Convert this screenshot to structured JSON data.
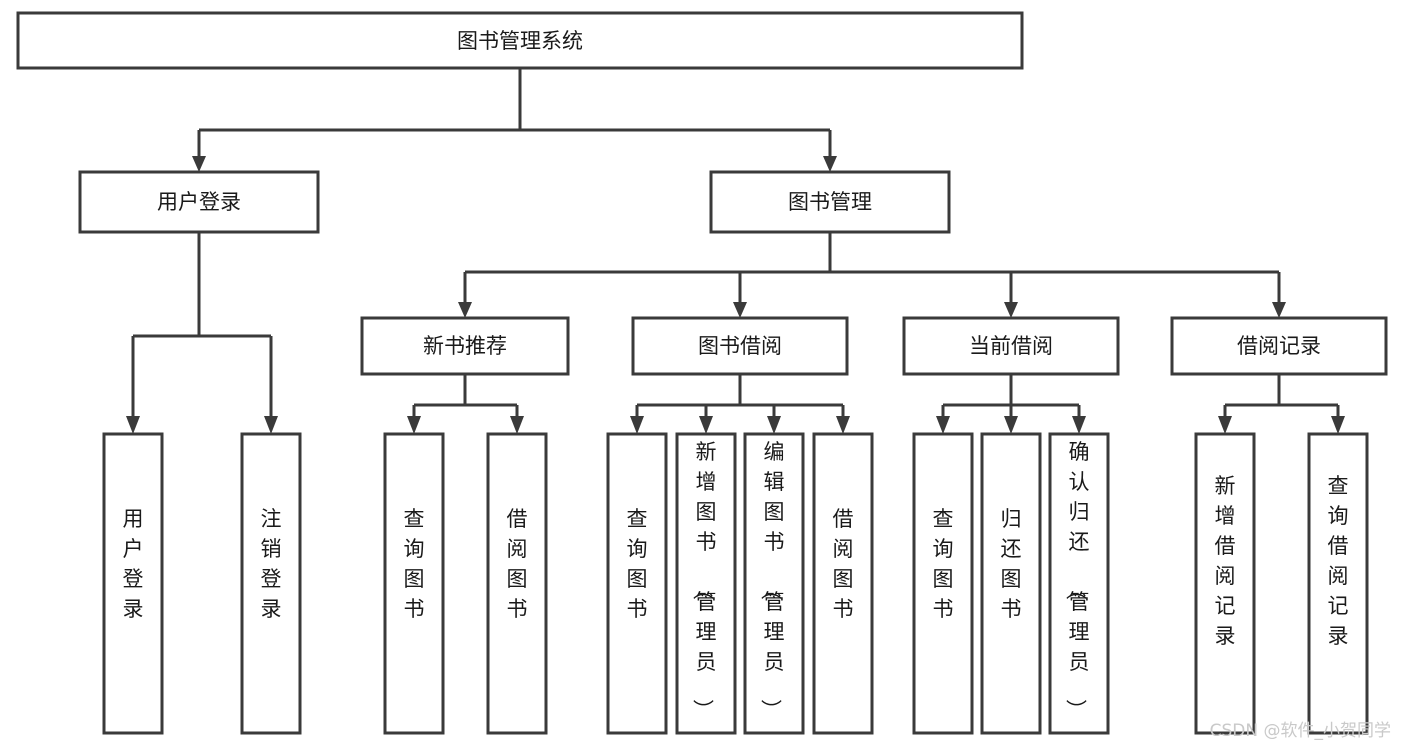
{
  "diagram": {
    "title": "图书管理系统",
    "type": "tree-hierarchy-chart",
    "root": {
      "id": "root",
      "label": "图书管理系统",
      "orientation": "horizontal"
    },
    "level2": [
      {
        "id": "user-login",
        "label": "用户登录",
        "orientation": "horizontal"
      },
      {
        "id": "book-management",
        "label": "图书管理",
        "orientation": "horizontal"
      }
    ],
    "level3": [
      {
        "id": "new-book-recommend",
        "label": "新书推荐",
        "orientation": "horizontal"
      },
      {
        "id": "book-borrow",
        "label": "图书借阅",
        "orientation": "horizontal"
      },
      {
        "id": "current-borrow",
        "label": "当前借阅",
        "orientation": "horizontal"
      },
      {
        "id": "borrow-record",
        "label": "借阅记录",
        "orientation": "horizontal"
      }
    ],
    "leaves": [
      {
        "id": "leaf-user-login",
        "label": "用户登录",
        "parent": "user-login",
        "orientation": "vertical"
      },
      {
        "id": "leaf-user-logout",
        "label": "注销登录",
        "parent": "user-login",
        "orientation": "vertical"
      },
      {
        "id": "leaf-query-book-1",
        "label": "查询图书",
        "parent": "new-book-recommend",
        "orientation": "vertical"
      },
      {
        "id": "leaf-borrow-book-1",
        "label": "借阅图书",
        "parent": "new-book-recommend",
        "orientation": "vertical"
      },
      {
        "id": "leaf-query-book-2",
        "label": "查询图书",
        "parent": "book-borrow",
        "orientation": "vertical"
      },
      {
        "id": "leaf-add-book",
        "label": "新增图书（管理员）",
        "parent": "book-borrow",
        "orientation": "vertical"
      },
      {
        "id": "leaf-edit-book",
        "label": "编辑图书（管理员）",
        "parent": "book-borrow",
        "orientation": "vertical"
      },
      {
        "id": "leaf-borrow-book-2",
        "label": "借阅图书",
        "parent": "book-borrow",
        "orientation": "vertical"
      },
      {
        "id": "leaf-query-book-3",
        "label": "查询图书",
        "parent": "current-borrow",
        "orientation": "vertical"
      },
      {
        "id": "leaf-return-book",
        "label": "归还图书",
        "parent": "current-borrow",
        "orientation": "vertical"
      },
      {
        "id": "leaf-confirm-return",
        "label": "确认归还（管理员）",
        "parent": "current-borrow",
        "orientation": "vertical"
      },
      {
        "id": "leaf-add-record",
        "label": "新增借阅记录",
        "parent": "borrow-record",
        "orientation": "vertical"
      },
      {
        "id": "leaf-query-record",
        "label": "查询借阅记录",
        "parent": "borrow-record",
        "orientation": "vertical"
      }
    ],
    "colors": {
      "stroke": "#3a3a3a",
      "fill": "#ffffff",
      "text": "#1a1a1a",
      "watermark": "#c9c9c9"
    }
  },
  "watermark": {
    "text": "CSDN @软件_小贺同学"
  }
}
